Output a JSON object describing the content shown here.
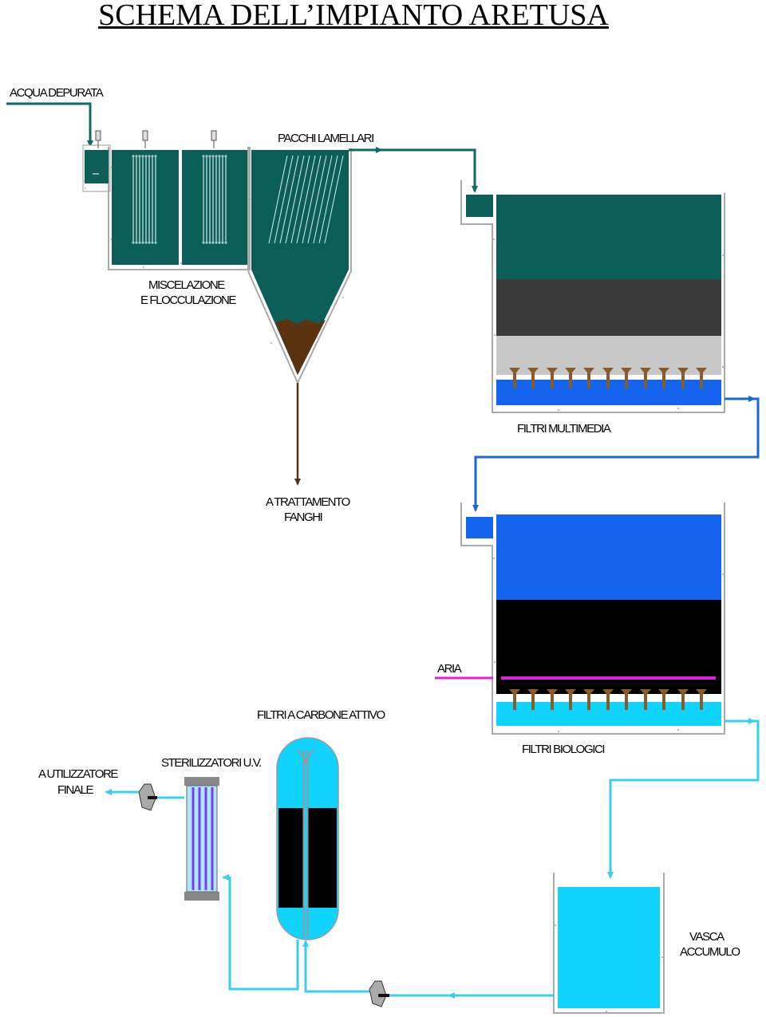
{
  "title": "SCHEMA DELL’IMPIANTO ARETUSA",
  "labels": {
    "inlet": "ACQUA DEPURATA",
    "lamellar": "PACCHI LAMELLARI",
    "mixing_1": "MISCELAZIONE",
    "mixing_2": "E FLOCCULAZIONE",
    "multimedia": "FILTRI MULTIMEDIA",
    "sludge_1": "A TRATTAMENTO",
    "sludge_2": "FANGHI",
    "air": "ARIA",
    "carbon": "FILTRI A CARBONE ATTIVO",
    "biological": "FILTRI BIOLOGICI",
    "uv": "STERILIZZATORI U.V.",
    "user_1": "A UTILIZZATORE",
    "user_2": "FINALE",
    "tank_1": "VASCA",
    "tank_2": "ACCUMULO"
  },
  "colors": {
    "teal_water": "#0b5f58",
    "pipe_teal": "#0d6b66",
    "sludge": "#5a3210",
    "dark_grey_media": "#3a3a3a",
    "light_grey_media": "#c8c8c8",
    "blue_water": "#1464f0",
    "black_carbon": "#000000",
    "air_line": "#e020d8",
    "cyan_water": "#10d4ff",
    "pipe_cyan": "#40d8f0",
    "uv_lamp": "#7a3cf0",
    "nozzle": "#8a5a28"
  },
  "icons": [
    "mixer-icon",
    "pump-icon",
    "nozzle-icon",
    "arrow-icon"
  ]
}
